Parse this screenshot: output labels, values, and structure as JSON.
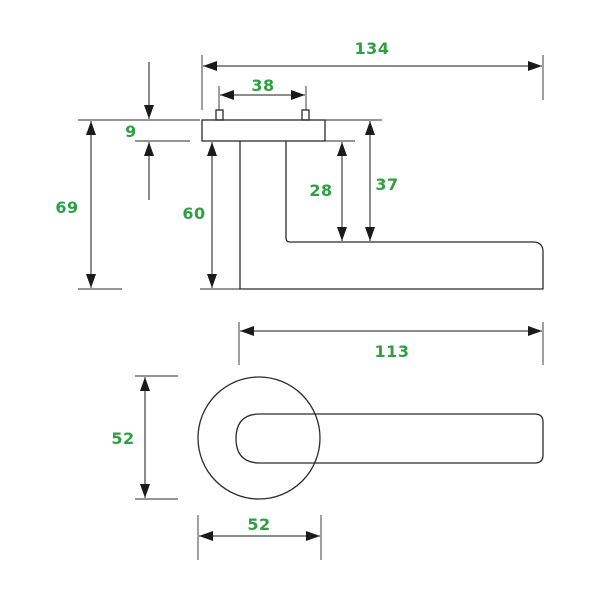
{
  "colors": {
    "outline": "#2b2b2b",
    "dimension_text": "#2ea043"
  },
  "dimensions": {
    "total_length": "134",
    "post_spacing": "38",
    "rose_thickness": "9",
    "total_height": "69",
    "handle_drop": "60",
    "inner_height": "28",
    "outer_height": "37",
    "handle_length": "113",
    "rose_height": "52",
    "rose_width": "52"
  }
}
